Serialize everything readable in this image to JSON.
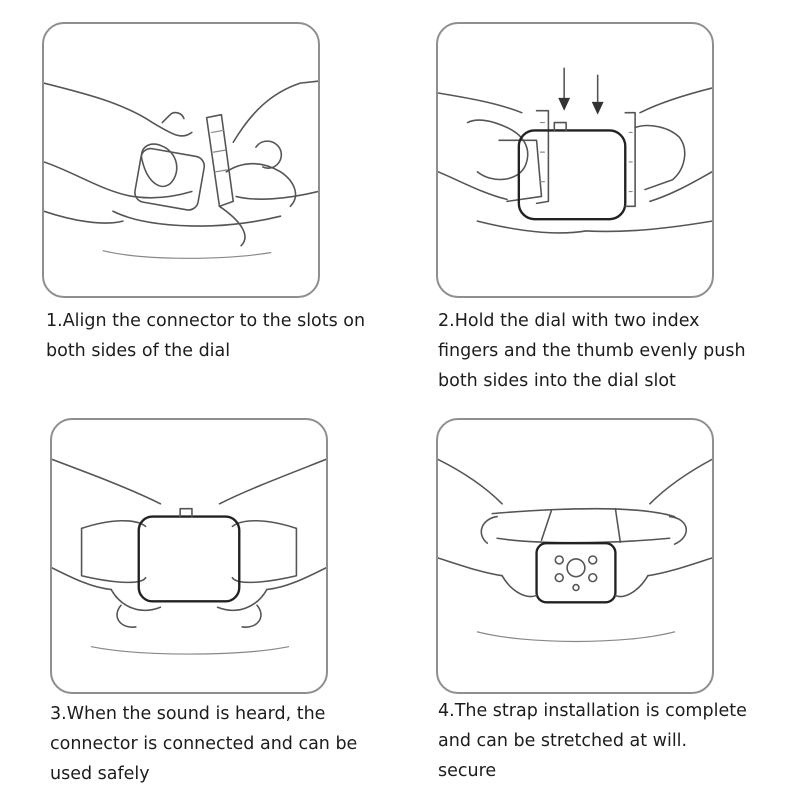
{
  "steps": [
    {
      "number": "1",
      "lines": [
        "1.Align the connector to the slots on",
        "both sides of the dial"
      ]
    },
    {
      "number": "2",
      "lines": [
        "2.Hold the dial with two index",
        "fingers and the thumb evenly push",
        "both sides into the dial slot"
      ]
    },
    {
      "number": "3",
      "lines": [
        "3.When the sound is heard, the",
        "connector is connected and can be",
        "used safely"
      ]
    },
    {
      "number": "4",
      "lines": [
        "4.The strap installation is complete",
        "and can be stretched at will.",
        "secure"
      ]
    }
  ],
  "colors": {
    "panel_border": "#8f8f8f",
    "line_art": "#555555",
    "text": "#1d1d1d"
  }
}
